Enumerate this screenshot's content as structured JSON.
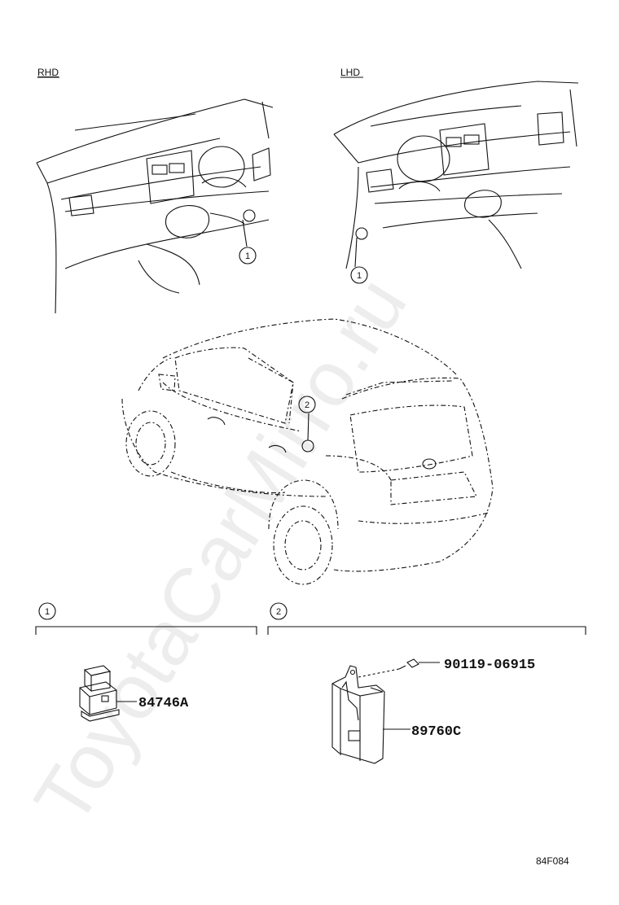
{
  "labels": {
    "rhd": "RHD",
    "lhd": "LHD"
  },
  "callouts": {
    "one": "1",
    "two": "2"
  },
  "parts": {
    "p84746a": "84746A",
    "p90119": "90119-06915",
    "p89760c": "89760C"
  },
  "figure_code": "84F084",
  "watermark": "ToyotaCarMirro.ru"
}
